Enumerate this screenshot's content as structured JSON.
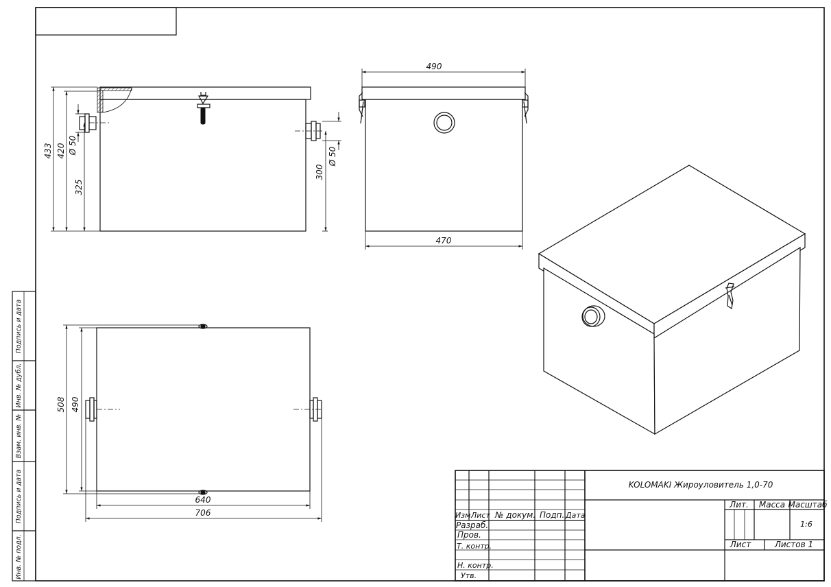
{
  "title_block": {
    "title": "KOLOMAKI Жироуловитель 1,0-70",
    "headers": {
      "izm": "Изм.",
      "list": "Лист",
      "doc_no": "№ докум.",
      "sign": "Подп.",
      "date": "Дата"
    },
    "roles": [
      "Разраб.",
      "Пров.",
      "Т. контр.",
      "Н. контр.",
      "Утв."
    ],
    "lit_label": "Лит.",
    "mass_label": "Масса",
    "scale_label": "Масштаб",
    "scale_value": "1:6",
    "sheet_label": "Лист",
    "sheets_label": "Листов 1"
  },
  "side_stamp": [
    "Подпись и дата",
    "Инв. № дубл.",
    "Взам. инв. №",
    "Подпись и дата",
    "Инв. № подл."
  ],
  "front_view": {
    "dim_433": "433",
    "dim_420": "420",
    "dim_d50_left": "Ø 50",
    "dim_325": "325",
    "dim_300": "300",
    "dim_d50_right": "Ø 50"
  },
  "side_view": {
    "dim_490": "490",
    "dim_470": "470"
  },
  "top_view": {
    "dim_508": "508",
    "dim_490": "490",
    "dim_640": "640",
    "dim_706": "706"
  }
}
